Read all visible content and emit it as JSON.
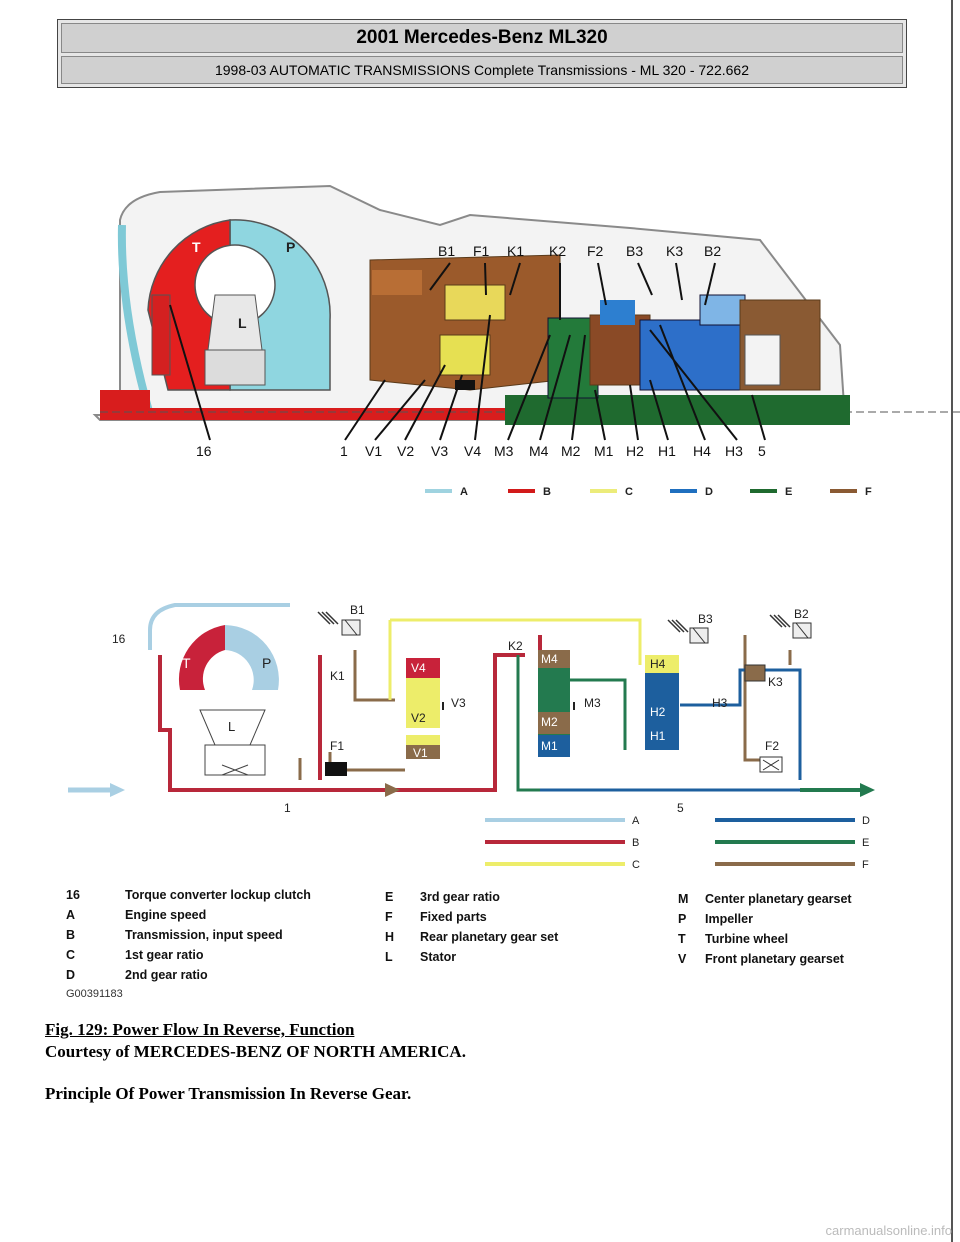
{
  "header": {
    "title": "2001 Mercedes-Benz ML320",
    "subtitle": "1998-03 AUTOMATIC TRANSMISSIONS Complete Transmissions - ML 320 - 722.662"
  },
  "cutaway": {
    "top_labels": [
      "B1",
      "F1",
      "K1",
      "K2",
      "F2",
      "B3",
      "K3",
      "B2"
    ],
    "bottom_labels": [
      "16",
      "1",
      "V1",
      "V2",
      "V3",
      "V4",
      "M3",
      "M4",
      "M2",
      "M1",
      "H2",
      "H1",
      "H4",
      "H3",
      "5"
    ],
    "inner_labels": [
      "T",
      "P",
      "L"
    ],
    "legend": [
      {
        "key": "A",
        "color": "#9fd3e0"
      },
      {
        "key": "B",
        "color": "#d21a1a"
      },
      {
        "key": "C",
        "color": "#ecec7a"
      },
      {
        "key": "D",
        "color": "#1f6fbf"
      },
      {
        "key": "E",
        "color": "#1f6a2f"
      },
      {
        "key": "F",
        "color": "#8a5a33"
      }
    ]
  },
  "schematic": {
    "labels": [
      "16",
      "T",
      "P",
      "L",
      "B1",
      "K1",
      "F1",
      "V4",
      "V3",
      "V2",
      "V1",
      "K2",
      "M4",
      "M3",
      "M2",
      "M1",
      "B3",
      "H4",
      "H3",
      "H2",
      "H1",
      "B2",
      "K3",
      "F2",
      "1",
      "5"
    ],
    "legend": [
      {
        "key": "A",
        "color": "#a9cfe3"
      },
      {
        "key": "B",
        "color": "#b8283a"
      },
      {
        "key": "C",
        "color": "#eded6a"
      },
      {
        "key": "D",
        "color": "#1d5f9e"
      },
      {
        "key": "E",
        "color": "#237a4f"
      },
      {
        "key": "F",
        "color": "#8a6b4a"
      }
    ]
  },
  "key_legend": {
    "col1": [
      {
        "code": "16",
        "text": "Torque converter lockup clutch"
      },
      {
        "code": "A",
        "text": "Engine speed"
      },
      {
        "code": "B",
        "text": "Transmission, input speed"
      },
      {
        "code": "C",
        "text": "1st gear ratio"
      },
      {
        "code": "D",
        "text": "2nd gear ratio"
      }
    ],
    "col2": [
      {
        "code": "E",
        "text": "3rd gear ratio"
      },
      {
        "code": "F",
        "text": "Fixed parts"
      },
      {
        "code": "H",
        "text": "Rear planetary gear set"
      },
      {
        "code": "L",
        "text": "Stator"
      }
    ],
    "col3": [
      {
        "code": "M",
        "text": "Center planetary gearset"
      },
      {
        "code": "P",
        "text": "Impeller"
      },
      {
        "code": "T",
        "text": "Turbine wheel"
      },
      {
        "code": "V",
        "text": "Front planetary gearset"
      }
    ]
  },
  "figure_code": "G00391183",
  "caption": {
    "figure": "Fig. 129: Power Flow In Reverse, Function",
    "courtesy": "Courtesy of MERCEDES-BENZ OF NORTH AMERICA.",
    "principle": "Principle Of Power Transmission In Reverse Gear."
  },
  "footer": "carmanualsonline.info"
}
